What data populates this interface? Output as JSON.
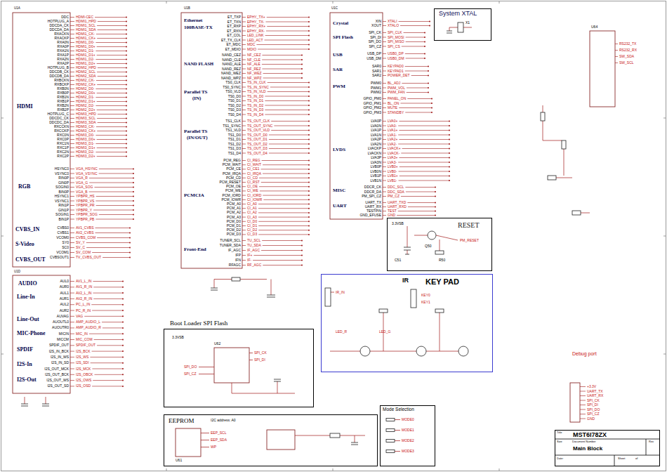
{
  "diagram": {
    "nodes": [
      {
        "text": [
          "System XTAL"
        ]
      },
      {
        "text": [
          "RESET"
        ]
      },
      {
        "text": [
          "IR",
          "KEY PAD"
        ]
      },
      {
        "text": [
          "Boot Loader SPI Flash"
        ]
      },
      {
        "text": [
          "EEPROM"
        ]
      },
      {
        "text": [
          "Mode Selection"
        ]
      },
      {
        "text": [
          "MST6I78ZX",
          "Main Block"
        ]
      }
    ],
    "labels": [
      "U1A",
      "DDC",
      "HOTPLUG_A",
      "DDCDA_CK",
      "DDCDA_DA",
      "RXACKN",
      "RXACKP",
      "RXA0N",
      "RXA0P",
      "RXA1N",
      "RXA1P",
      "RXA2N",
      "RXA2P",
      "HOTPLUG_B",
      "DDCDB_CK",
      "DDCDB_DA",
      "RXBCKN",
      "RXBCKP",
      "RXB0N",
      "RXB0P",
      "RXB1N",
      "RXB1P",
      "RXB2N",
      "RXB2P",
      "HOTPLUG_C",
      "DDCDC_CK",
      "DDCDC_DA",
      "RXCCKN",
      "RXCCKP",
      "RXC0N",
      "RXC0P",
      "RXC1N",
      "RXC1P",
      "RXC2N",
      "RXC2P",
      "HDMI-CEC",
      "HDMI1_HPD",
      "HDMI1_SCL",
      "HDMI1_SDA",
      "HDMI1_CK-",
      "HDMI1_CK+",
      "HDMI1_D0-",
      "HDMI1_D0+",
      "HDMI1_D1-",
      "HDMI1_D1+",
      "HDMI1_D2-",
      "HDMI1_D2+",
      "HDMI2_HPD",
      "HDMI2_SCL",
      "HDMI2_SDA",
      "HDMI2_CK-",
      "HDMI2_CK+",
      "HDMI2_D0-",
      "HDMI2_D0+",
      "HDMI2_D1-",
      "HDMI2_D1+",
      "HDMI2_D2-",
      "HDMI2_D2+",
      "HDMI3_HPD",
      "HDMI3_SCL",
      "HDMI3_SDA",
      "HDMI3_CK-",
      "HDMI3_CK+",
      "HDMI3_D0-",
      "HDMI3_D0+",
      "HDMI3_D1-",
      "HDMI3_D1+",
      "HDMI3_D2-",
      "HDMI3_D2+",
      "HDMI",
      "HSYNC0",
      "VSYNC0",
      "RIN0P",
      "GIN0P",
      "SOGIN0",
      "BIN0P",
      "HSYNC1",
      "VSYNC1",
      "RIN1P",
      "GIN1P",
      "SOGIN1",
      "BIN1P",
      "VGA_HSYNC",
      "VGA_VSYNC",
      "VGA_R",
      "VGA_G",
      "VGA_SOG",
      "VGA_B",
      "YPBPR_HS",
      "YPBPR_VS",
      "YPBPR_PR",
      "YPBPR_Y",
      "YPBPR_SOG",
      "YPBPR_PB",
      "RGB",
      "CVBS0",
      "CVBS1",
      "VCOM0",
      "SY0",
      "SC0",
      "VCOM1",
      "CVBSOUT1",
      "AV1_CVBS",
      "AV2_CVBS",
      "CVBS_COM",
      "SV_Y",
      "SV_C",
      "SV_COM",
      "TV_CVBS_OUT",
      "CVBS_IN",
      "S-Video",
      "CVBS_OUT",
      "U1D",
      "AUL0",
      "AUR0",
      "AUL1",
      "AUR1",
      "AUL2",
      "AUR2",
      "AUVAG",
      "AUOUTL0",
      "AUOUTR0",
      "MICIN",
      "MICCM",
      "SPDIF_OUT",
      "I2S_IN_BCK",
      "I2S_IN_WS",
      "I2S_IN_SD",
      "I2S_OUT_MCK",
      "I2S_OUT_BCK",
      "I2S_OUT_WS",
      "I2S_OUT_SD",
      "AV1_L_IN",
      "AV1_R_IN",
      "AV2_L_IN",
      "AV2_R_IN",
      "PC_L_IN",
      "PC_R_IN",
      "VAG",
      "AMP_AUDIO_L",
      "AMP_AUDIO_R",
      "MIC_IN",
      "MIC_COM",
      "SPDIF_OUT",
      "I2S_BCK",
      "I2S_WS",
      "I2S_SDI",
      "I2S_MCK",
      "I2S_OBCK",
      "I2S_OWS",
      "I2S_OSD",
      "AUDIO",
      "Line-In",
      "Line-Out",
      "MIC-Phone",
      "SPDIF",
      "I2S-In",
      "I2S-Out",
      "U1B",
      "ET_TXP",
      "ET_TXN",
      "ET_RXP",
      "ET_RXN",
      "ET_COL",
      "ET_TX_CLK",
      "ET_MDC",
      "ET_MDIO",
      "EPHY_TX+",
      "EPHY_TX-",
      "EPHY_RX+",
      "EPHY_RX-",
      "LED_LINK",
      "LED_ACT",
      "MDC",
      "MDIO",
      "Ethernet",
      "100BASE-TX",
      "NAND_CEZ",
      "NAND_CLE",
      "NAND_ALE",
      "NAND_REZ",
      "NAND_WEZ",
      "NAND_WPZ",
      "NF_CEZ",
      "NF_CLE",
      "NF_ALE",
      "NF_REZ",
      "NF_WEZ",
      "NF_WPZ",
      "NAND FLASH",
      "TS0_CLK",
      "TS0_SYNC",
      "TS0_VLD",
      "TS0_D0",
      "TS0_D1",
      "TS0_D2",
      "TS0_D3",
      "TS0_D4",
      "TS_IN_CLK",
      "TS_IN_SYNC",
      "TS_IN_VLD",
      "TS_IN_D0",
      "TS_IN_D1",
      "TS_IN_D2",
      "TS_IN_D3",
      "TS_IN_D4",
      "Parallel TS",
      "(IN)",
      "TS1_CLK",
      "TS1_SYNC",
      "TS1_VLD",
      "TS1_D0",
      "TS1_D1",
      "TS1_D2",
      "TS1_D3",
      "TS1_D4",
      "TS_OUT_CLK",
      "TS_OUT_SYNC",
      "TS_OUT_VLD",
      "TS_OUT_D0",
      "TS_OUT_D1",
      "TS_OUT_D2",
      "TS_OUT_D3",
      "TS_OUT_D4",
      "Parallel TS",
      "(IN/OUT)",
      "PCM_REG",
      "PCM_WAIT",
      "PCM_CE",
      "PCM_IRQA",
      "PCM_CD",
      "PCM_RESET",
      "PCM_OE",
      "PCM_WE",
      "PCM_IORD",
      "PCM_IOWR",
      "PCM_A0",
      "PCM_A1",
      "PCM_A2",
      "PCM_A3",
      "PCM_D0",
      "PCM_D1",
      "PCM_D2",
      "PCM_D3",
      "CI_REG",
      "CI_WAIT",
      "CI_CE1",
      "CI_IRQA",
      "CI_CD",
      "CI_RST",
      "CI_OE",
      "CI_WE",
      "CI_IORD",
      "CI_IOWR",
      "CI_A0",
      "CI_A1",
      "CI_A2",
      "CI_A3",
      "CI_D0",
      "CI_D1",
      "CI_D2",
      "CI_D3",
      "PCMCIA",
      "TUNER_SCL",
      "TUNER_SDA",
      "IF_AGC",
      "IFP",
      "IFN",
      "RFAGC",
      "TU_SCL",
      "TU_SDA",
      "IF_AGC",
      "IF+",
      "IF-",
      "RF_AGC",
      "Front-End",
      "U1C",
      "XIN",
      "XOUT",
      "XTALI",
      "XTALO",
      "Crystal",
      "SPI_CK",
      "SPI_DI",
      "SPI_DO",
      "SPI_CZ",
      "SPI_CLK",
      "SPI_MOSI",
      "SPI_MISO",
      "SPI_CS",
      "SPI Flash",
      "USB_DP",
      "USB_DM",
      "USB0_DP",
      "USB0_DM",
      "USB",
      "SAR0",
      "SAR1",
      "SAR2",
      "KEYPAD0",
      "KEYPAD1",
      "POWER_DET",
      "SAR",
      "PWM0",
      "PWM1",
      "PWM2",
      "BL_ADJ",
      "PWM_VOL",
      "PWM_FAN",
      "PWM",
      "GPIO_PM0",
      "GPIO_PM1",
      "GPIO_PM2",
      "GPIO_PM3",
      "PANEL_ON",
      "BL_ON",
      "MUTE",
      "STANDBY",
      "LVA0P",
      "LVA0N",
      "LVA1P",
      "LVA1N",
      "LVA2P",
      "LVA2N",
      "LVACKP",
      "LVACKN",
      "LVA3P",
      "LVA3N",
      "LVB0P",
      "LVB0N",
      "LVB1P",
      "LVB1N",
      "LVA0+",
      "LVA0-",
      "LVA1+",
      "LVA1-",
      "LVA2+",
      "LVA2-",
      "LVACK+",
      "LVACK-",
      "LVA3+",
      "LVA3-",
      "LVB0+",
      "LVB0-",
      "LVB1+",
      "LVB1-",
      "LVDS",
      "DDCR_CK",
      "DDCR_DA",
      "PM_SPI_CZ",
      "DDC_SCL",
      "DDC_SDA",
      "PM_CZ",
      "MISC",
      "UART_TX",
      "UART_RX",
      "TESTPIN",
      "GND_EFUSE",
      "UART_TXD",
      "UART_RXD",
      "TEST",
      "GND",
      "UART",
      "U64",
      "RS232_TX",
      "RS232_RX",
      "SW_SDA",
      "SW_SCL",
      "Debug port",
      "+3.3V",
      "UART_TX",
      "UART_RX",
      "SPI_CK",
      "SPI_DI",
      "SPI_DO",
      "SPI_CZ",
      "GND",
      "IR_IN",
      "LED_R",
      "LED_G",
      "KEY0",
      "KEY1",
      "U62",
      "SPI_CK",
      "SPI_DI",
      "SPI_DO",
      "SPI_CZ",
      "3.3VSB",
      "U61",
      "I2C address: A0",
      "EEP_SCL",
      "EEP_SDA",
      "WP",
      "MODE0",
      "MODE1",
      "MODE2",
      "MODE3",
      "3.3VSB",
      "PM_RESET",
      "Q50",
      "C51",
      "R50",
      "X1",
      "Title",
      "Size",
      "Document Number",
      "Rev",
      "Date:",
      "Sheet",
      "of"
    ]
  }
}
